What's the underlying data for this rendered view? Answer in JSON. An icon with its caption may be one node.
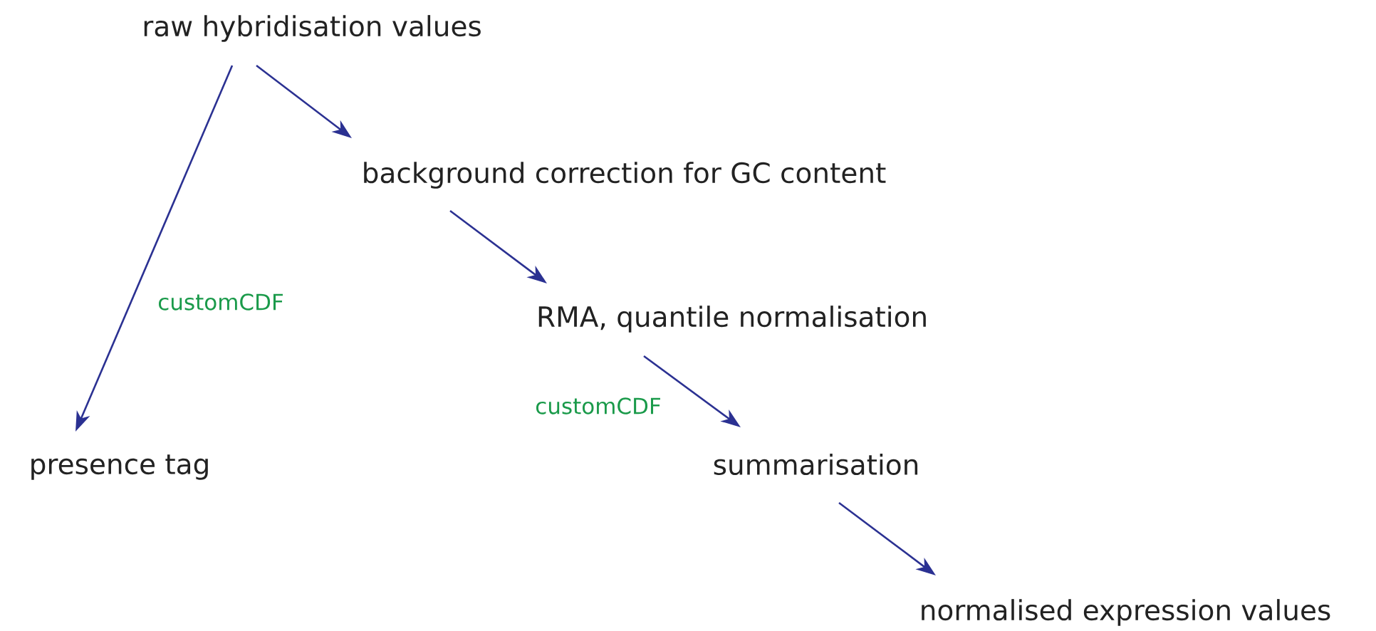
{
  "diagram": {
    "nodes": [
      {
        "text": [
          "raw hybridisation values"
        ]
      },
      {
        "text": [
          "background correction for GC content"
        ]
      },
      {
        "text": [
          "RMA, quantile normalisation"
        ]
      },
      {
        "text": [
          "presence tag"
        ]
      },
      {
        "text": [
          "summarisation"
        ]
      },
      {
        "text": [
          "normalised expression values"
        ]
      }
    ],
    "edges": [
      {
        "from": 0,
        "to": 3,
        "arrow": "to",
        "label": "customCDF"
      },
      {
        "from": 0,
        "to": 1,
        "arrow": "to"
      },
      {
        "from": 1,
        "to": 2,
        "arrow": "to"
      },
      {
        "from": 2,
        "to": 4,
        "arrow": "to",
        "label": "customCDF"
      },
      {
        "from": 4,
        "to": 5,
        "arrow": "to"
      }
    ]
  }
}
